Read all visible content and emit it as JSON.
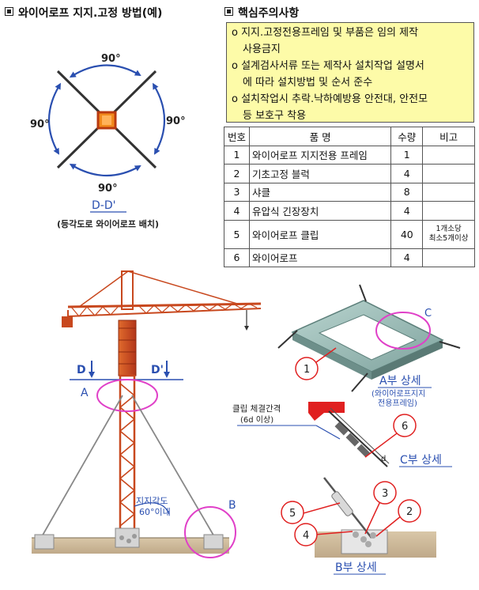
{
  "left_title": "와이어로프 지지.고정 방법(예)",
  "right_title": "핵심주의사항",
  "notes": [
    {
      "line1": "o 지지.고정전용프레임 및 부품은 임의 제작",
      "line2": "사용금지"
    },
    {
      "line1": "o 설계검사서류 또는 제작사 설치작업 설명서",
      "line2": "에 따라 설치방법 및 순서 준수"
    },
    {
      "line1": "o 설치작업시 추락.낙하예방용 안전대, 안전모",
      "line2": "등 보호구 착용"
    }
  ],
  "table": {
    "headers": [
      "번호",
      "품 명",
      "수량",
      "비고"
    ],
    "rows": [
      {
        "no": "1",
        "name": "와이어로프 지지전용 프레임",
        "qty": "1",
        "note1": "",
        "note2": ""
      },
      {
        "no": "2",
        "name": "기초고정 블럭",
        "qty": "4",
        "note1": "",
        "note2": ""
      },
      {
        "no": "3",
        "name": "샤클",
        "qty": "8",
        "note1": "",
        "note2": ""
      },
      {
        "no": "4",
        "name": "유압식 긴장장치",
        "qty": "4",
        "note1": "",
        "note2": ""
      },
      {
        "no": "5",
        "name": "와이어로프 클립",
        "qty": "40",
        "note1": "1개소당",
        "note2": "최소5개이상"
      },
      {
        "no": "6",
        "name": "와이어로프",
        "qty": "4",
        "note1": "",
        "note2": ""
      }
    ]
  },
  "plan_view": {
    "angle_top": "90°",
    "angle_left": "90°",
    "angle_right": "90°",
    "angle_bottom": "90°",
    "section_label": "D-D'",
    "caption": "(등각도로 와이어로프 배치)"
  },
  "crane": {
    "label_d_left": "D",
    "label_d_right": "D'",
    "label_a": "A",
    "label_b": "B",
    "angle_note_1": "지지각도",
    "angle_note_2": "60°이내"
  },
  "detail_a": {
    "label_c": "C",
    "callout": "1",
    "title": "A부 상세",
    "sub1": "(와이어로프지지",
    "sub2": "전용프레임)"
  },
  "detail_c": {
    "clip_title": "클립 체결간격",
    "clip_sub": "(6d 이상)",
    "callout": "6",
    "d_label": "d",
    "title": "C부 상세"
  },
  "detail_b": {
    "callouts": [
      "3",
      "5",
      "2",
      "4"
    ],
    "title": "B부 상세"
  },
  "colors": {
    "note_bg": "#fdfba8",
    "tower": "#c8481e",
    "circle": "#e040c8",
    "callout": "#e02020",
    "arrow": "#2a4fb0",
    "frame": "#8fb5b0"
  }
}
